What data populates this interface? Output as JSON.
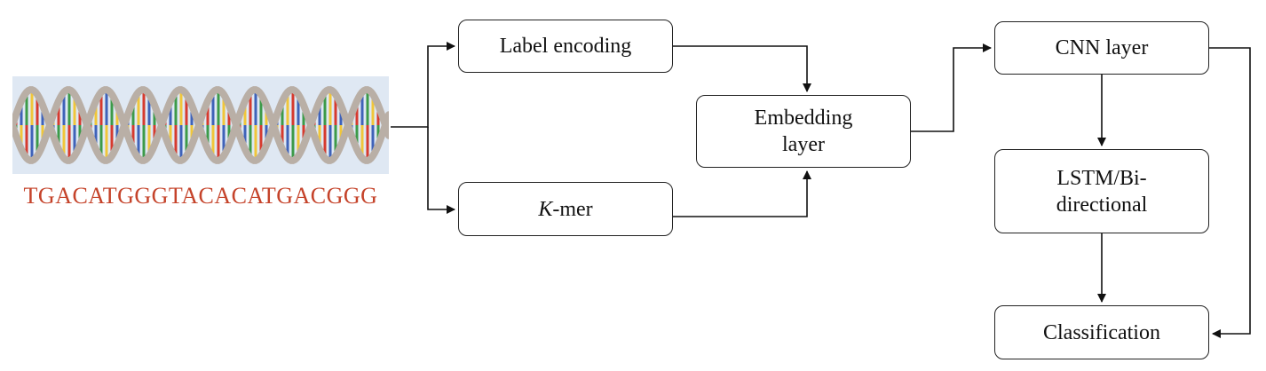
{
  "dna": {
    "sequence": "TGACATGGGTACACATGACGGG",
    "sequence_color": "#c5432a",
    "strand_color": "#b9afa6",
    "rung_colors": [
      "#d63a2e",
      "#3f62b8",
      "#3c9a48",
      "#f0c63a"
    ]
  },
  "nodes": {
    "label_encoding": "Label encoding",
    "kmer_italic": "K",
    "kmer_rest": "-mer",
    "embedding": "Embedding\nlayer",
    "cnn": "CNN layer",
    "lstm": "LSTM/Bi-\ndirectional",
    "classification": "Classification"
  }
}
